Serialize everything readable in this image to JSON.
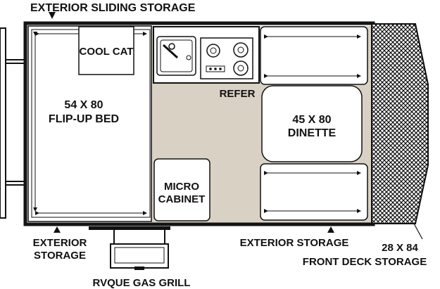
{
  "labels": {
    "exterior_sliding_storage": "EXTERIOR SLIDING STORAGE",
    "cool_cat": "COOL CAT",
    "bed_size": "54 X 80",
    "bed_name": "FLIP-UP BED",
    "refer": "REFER",
    "dinette_size": "45 X 80",
    "dinette_name": "DINETTE",
    "micro_line1": "MICRO",
    "micro_line2": "CABINET",
    "exterior_storage_left_line1": "EXTERIOR",
    "exterior_storage_left_line2": "STORAGE",
    "exterior_storage_bottom": "EXTERIOR STORAGE",
    "deck_size": "28 X 84",
    "deck_name": "FRONT DECK STORAGE",
    "gas_grill": "RVQUE GAS GRILL"
  },
  "colors": {
    "floor": "#d9d2c4",
    "wall": "#141414",
    "background": "#ffffff"
  },
  "icons": {
    "sink": "sink-icon",
    "stove": "stove-icon",
    "hatch": "deck-hatch-pattern"
  }
}
